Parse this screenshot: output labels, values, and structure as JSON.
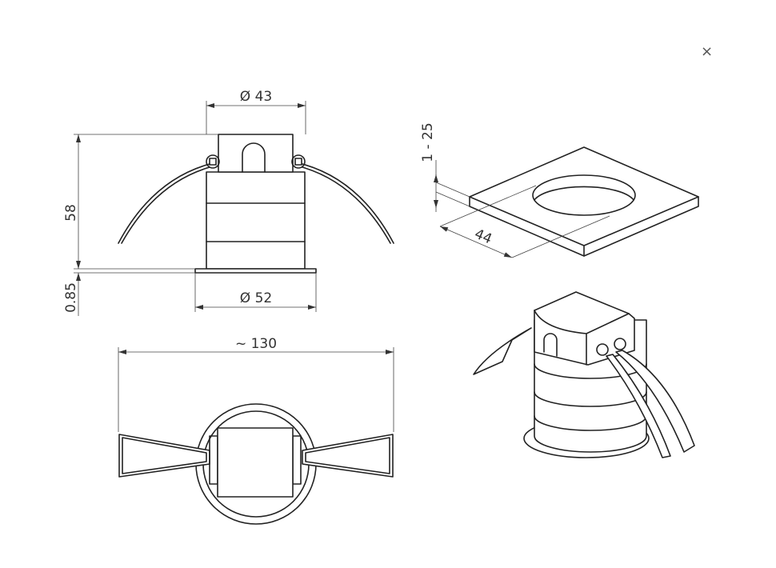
{
  "close_label": "×",
  "dimensions": {
    "top_diameter": "Ø 43",
    "height": "58",
    "flange_thickness": "0.85",
    "flange_diameter": "Ø 52",
    "overall_width": "~ 130",
    "ceiling_thickness": "1 - 25",
    "cutout": "44"
  },
  "colors": {
    "line": "#222222",
    "background": "#ffffff"
  }
}
